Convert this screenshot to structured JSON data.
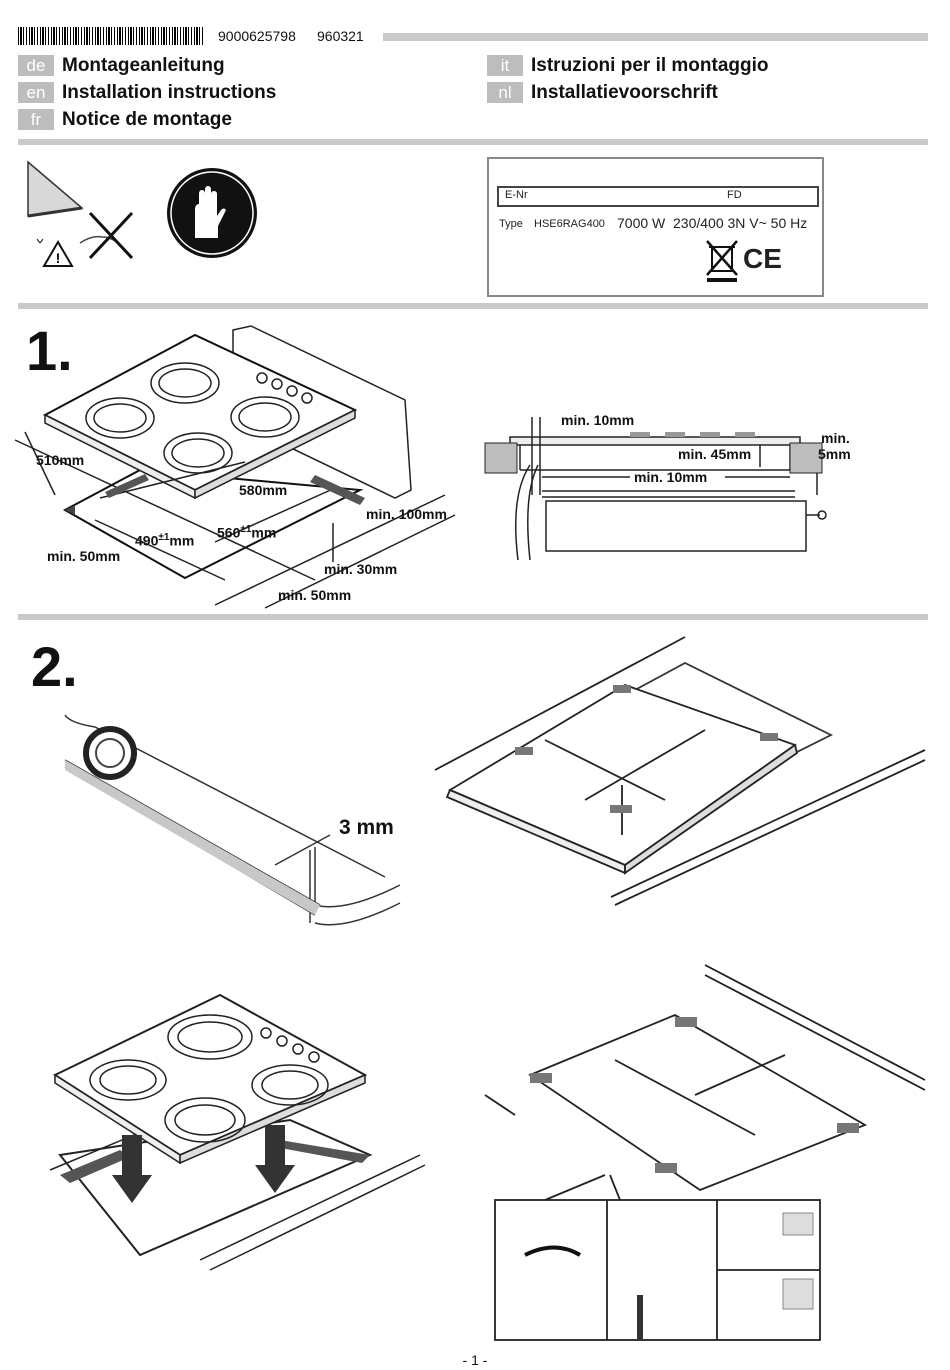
{
  "header": {
    "code_number": "9000625798",
    "code_date": "960321",
    "languages": [
      {
        "tag": "de",
        "title": "Montageanleitung"
      },
      {
        "tag": "en",
        "title": "Installation instructions"
      },
      {
        "tag": "fr",
        "title": "Notice de montage"
      },
      {
        "tag": "it",
        "title": "Istruzioni per il montaggio"
      },
      {
        "tag": "nl",
        "title": "Installatievoorschrift"
      }
    ]
  },
  "rating_plate": {
    "enr_label": "E-Nr",
    "fd_label": "FD",
    "type_label": "Type",
    "model": "HSE6RAG400",
    "power": "7000 W",
    "voltage": "230/400 3N V~ 50 Hz",
    "ce_mark": "CE"
  },
  "step1": {
    "number": "1.",
    "dims": {
      "d510": "510mm",
      "d580": "580mm",
      "d490": "490",
      "d490_tol": "±1",
      "d490_unit": "mm",
      "d560": "560",
      "d560_tol": "±1",
      "d560_unit": "mm",
      "min50_left": "min. 50mm",
      "min100": "min. 100mm",
      "min30": "min. 30mm",
      "min50_bottom": "min. 50mm"
    },
    "section_dims": {
      "min10_top": "min. 10mm",
      "min45": "min. 45mm",
      "min10_mid": "min. 10mm",
      "min5_line1": "min.",
      "min5_line2": "5mm"
    }
  },
  "step2": {
    "number": "2.",
    "tape_gap": "3 mm"
  },
  "footer": {
    "page": "- 1 -"
  }
}
